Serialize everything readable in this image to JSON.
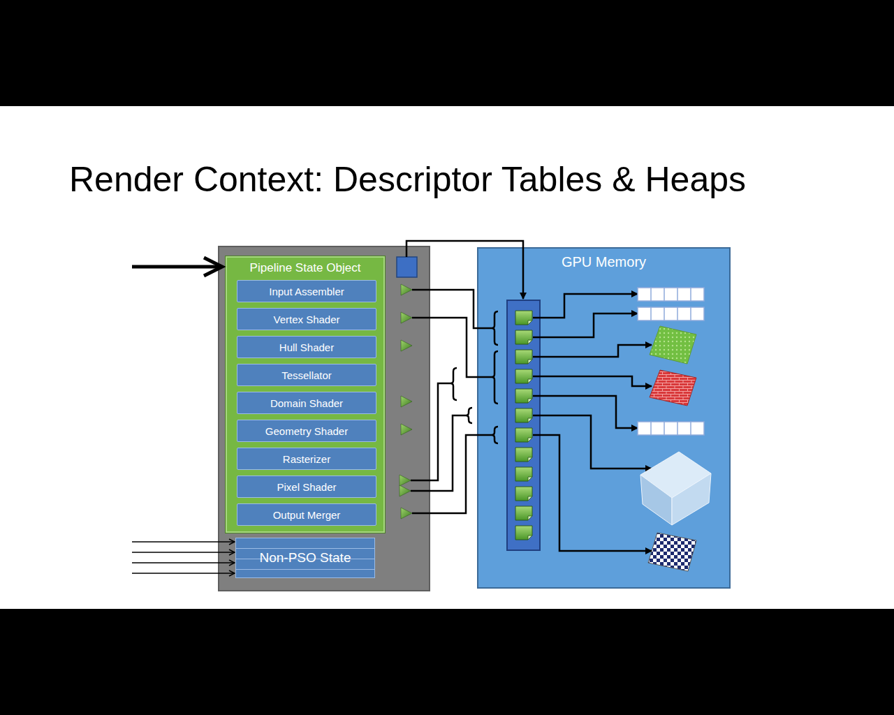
{
  "diagram": {
    "title": "Render Context: Descriptor Tables & Heaps",
    "nodes": [
      {
        "text": [
          "Pipeline State Object"
        ]
      },
      {
        "text": [
          "Input Assembler"
        ],
        "in": 0
      },
      {
        "text": [
          "Vertex Shader"
        ],
        "in": 0
      },
      {
        "text": [
          "Hull Shader"
        ],
        "in": 0
      },
      {
        "text": [
          "Tessellator"
        ],
        "in": 0
      },
      {
        "text": [
          "Domain Shader"
        ],
        "in": 0
      },
      {
        "text": [
          "Geometry Shader"
        ],
        "in": 0
      },
      {
        "text": [
          "Rasterizer"
        ],
        "in": 0
      },
      {
        "text": [
          "Pixel Shader"
        ],
        "in": 0
      },
      {
        "text": [
          "Output Merger"
        ],
        "in": 0
      },
      {
        "text": [
          "Non-PSO State"
        ]
      },
      {
        "text": [
          "GPU Memory"
        ]
      }
    ]
  }
}
